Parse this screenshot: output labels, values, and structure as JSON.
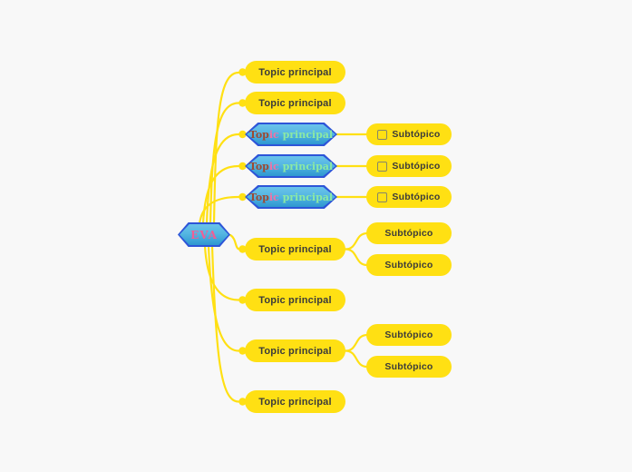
{
  "palette": {
    "background": "#f8f8f8",
    "node_yellow": "#ffe013",
    "connector_yellow": "#ffe013",
    "topic_text": "#3b3b3b",
    "hexagon_border": "#2d55d8",
    "hexagon_fill_top": "#6ac3ea",
    "hexagon_fill_bottom": "#2e97d0",
    "root_label_color": "#ee5f96",
    "checkbox_border": "#85856a"
  },
  "root": {
    "label": "EVA"
  },
  "topics": [
    {
      "label": "Topic principal",
      "type": "pill"
    },
    {
      "label": "Topic principal",
      "type": "pill"
    },
    {
      "type": "hexagon",
      "segments": [
        {
          "text": "Top",
          "color": "#9c4a33"
        },
        {
          "text": "ic",
          "color": "#f272a4"
        },
        {
          "text": " principal",
          "color": "#8ce9a4"
        }
      ]
    },
    {
      "type": "hexagon",
      "segments": [
        {
          "text": "Top",
          "color": "#9c4a33"
        },
        {
          "text": "ic",
          "color": "#f272a4"
        },
        {
          "text": " principal",
          "color": "#8ce9a4"
        }
      ]
    },
    {
      "type": "hexagon",
      "segments": [
        {
          "text": "Top",
          "color": "#9c4a33"
        },
        {
          "text": "ic",
          "color": "#f272a4"
        },
        {
          "text": " principal",
          "color": "#8ce9a4"
        }
      ]
    },
    {
      "label": "Topic principal",
      "type": "pill"
    },
    {
      "label": "Topic principal",
      "type": "pill"
    },
    {
      "label": "Topic principal",
      "type": "pill"
    },
    {
      "label": "Topic principal",
      "type": "pill"
    }
  ],
  "subtopics": [
    {
      "label": "Subtópico",
      "has_checkbox": true
    },
    {
      "label": "Subtópico",
      "has_checkbox": true
    },
    {
      "label": "Subtópico",
      "has_checkbox": true
    },
    {
      "label": "Subtópico",
      "has_checkbox": false
    },
    {
      "label": "Subtópico",
      "has_checkbox": false
    },
    {
      "label": "Subtópico",
      "has_checkbox": false
    },
    {
      "label": "Subtópico",
      "has_checkbox": false
    }
  ]
}
